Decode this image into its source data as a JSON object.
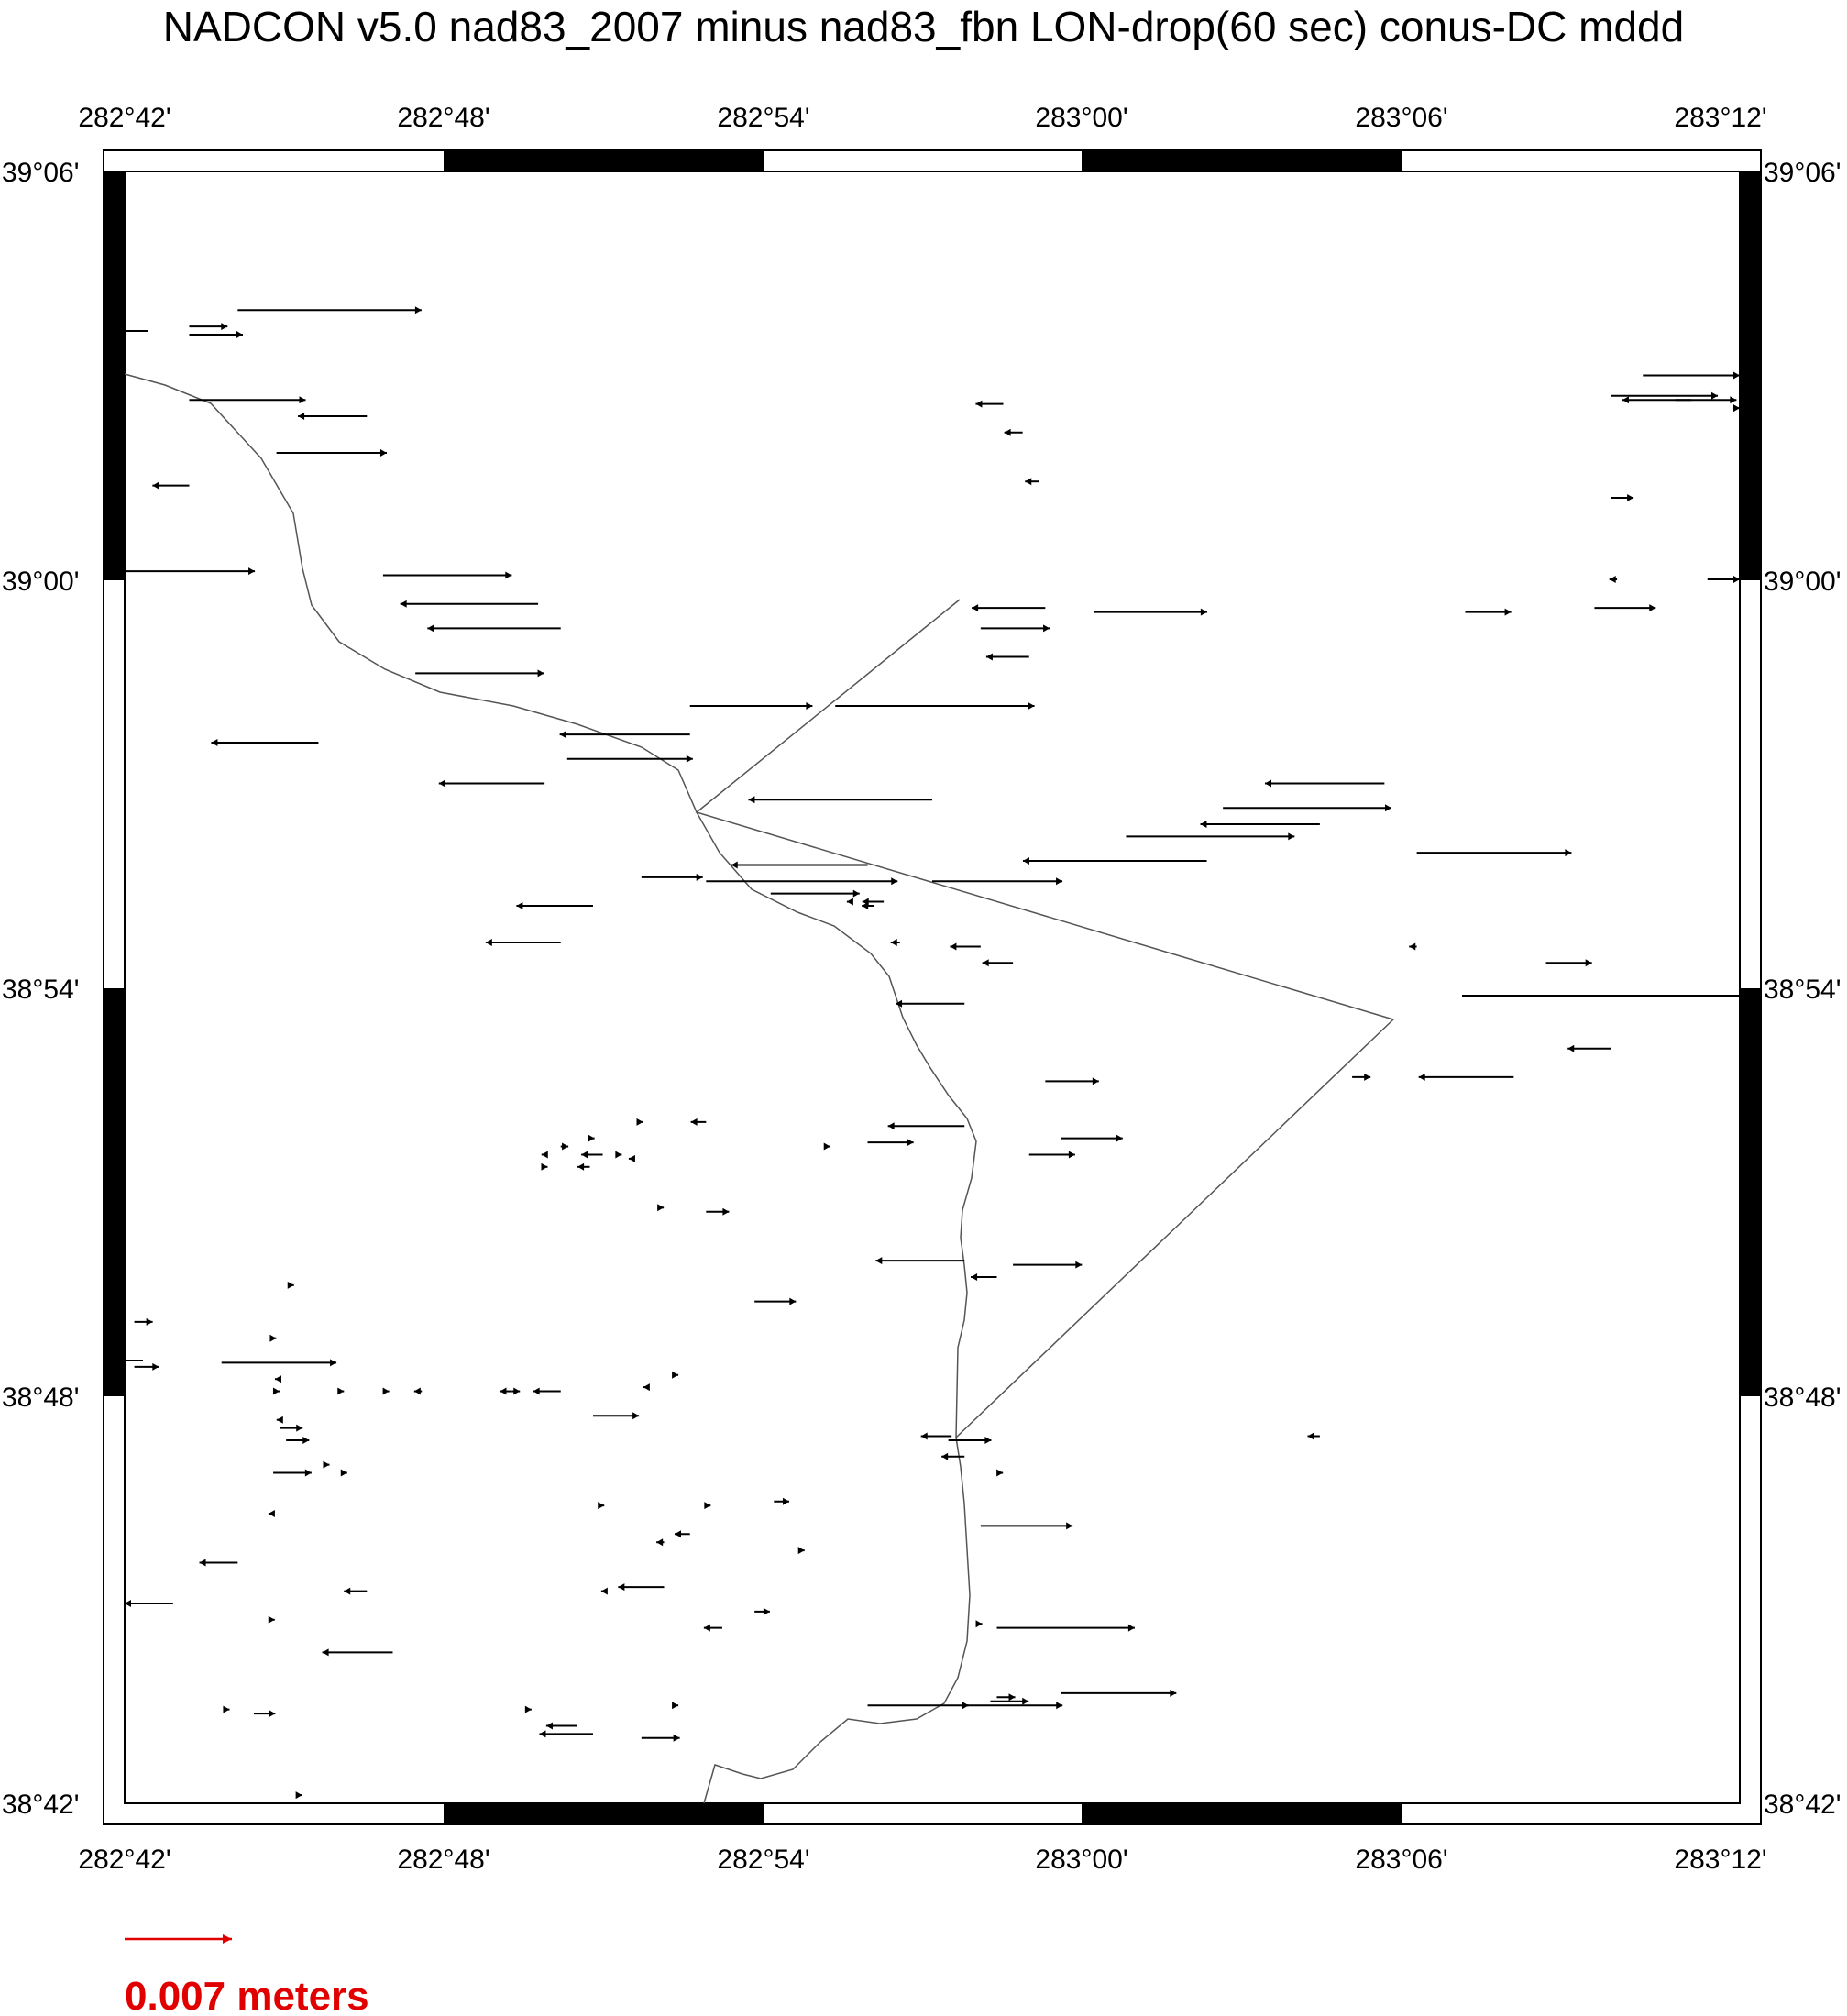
{
  "title": "NADCON v5.0 nad83_2007 minus nad83_fbn LON-drop(60 sec) conus-DC mddd",
  "map": {
    "x_ticks": [
      "282°42'",
      "282°48'",
      "282°54'",
      "283°00'",
      "283°06'",
      "283°12'"
    ],
    "y_ticks": [
      "39°06'",
      "39°00'",
      "38°54'",
      "38°48'",
      "38°42'"
    ],
    "lon_range_deg": [
      282.7,
      283.2
    ],
    "lat_range_deg": [
      38.7,
      39.1
    ],
    "vector_color": "#000000",
    "boundary_color": "#555555",
    "scale_color": "#e00000"
  },
  "scale": {
    "label": "0.007 meters",
    "value_m": 0.007
  },
  "vectors": [
    {
      "lon": 282.72,
      "lat": 39.023,
      "dx_m": -0.0024
    },
    {
      "lon": 282.72,
      "lat": 39.044,
      "dx_m": 0.0076
    },
    {
      "lon": 282.747,
      "lat": 39.031,
      "dx_m": 0.0072
    },
    {
      "lon": 282.775,
      "lat": 39.04,
      "dx_m": -0.0045
    },
    {
      "lon": 282.835,
      "lat": 38.988,
      "dx_m": -0.0087
    },
    {
      "lon": 282.828,
      "lat": 38.994,
      "dx_m": -0.009
    },
    {
      "lon": 282.76,
      "lat": 38.96,
      "dx_m": -0.007
    },
    {
      "lon": 282.79,
      "lat": 38.977,
      "dx_m": 0.0084
    },
    {
      "lon": 282.78,
      "lat": 39.001,
      "dx_m": 0.0084
    },
    {
      "lon": 282.7,
      "lat": 39.002,
      "dx_m": 0.0085
    },
    {
      "lon": 282.735,
      "lat": 39.066,
      "dx_m": 0.012
    },
    {
      "lon": 282.72,
      "lat": 39.062,
      "dx_m": 0.0025
    },
    {
      "lon": 282.72,
      "lat": 39.06,
      "dx_m": 0.0035
    },
    {
      "lon": 282.92,
      "lat": 38.969,
      "dx_m": 0.013
    },
    {
      "lon": 282.875,
      "lat": 38.969,
      "dx_m": 0.008
    },
    {
      "lon": 282.875,
      "lat": 38.962,
      "dx_m": -0.0085
    },
    {
      "lon": 282.83,
      "lat": 38.95,
      "dx_m": -0.0069
    },
    {
      "lon": 282.837,
      "lat": 38.956,
      "dx_m": 0.0082
    },
    {
      "lon": 282.88,
      "lat": 38.926,
      "dx_m": 0.0125
    },
    {
      "lon": 282.93,
      "lat": 38.93,
      "dx_m": -0.0089
    },
    {
      "lon": 282.95,
      "lat": 38.926,
      "dx_m": 0.0085
    },
    {
      "lon": 282.9,
      "lat": 38.923,
      "dx_m": 0.0058
    },
    {
      "lon": 282.845,
      "lat": 38.92,
      "dx_m": -0.005
    },
    {
      "lon": 282.835,
      "lat": 38.911,
      "dx_m": -0.0049
    },
    {
      "lon": 282.86,
      "lat": 38.927,
      "dx_m": 0.004
    },
    {
      "lon": 282.985,
      "lat": 38.993,
      "dx_m": -0.0048
    },
    {
      "lon": 283.0,
      "lat": 38.992,
      "dx_m": 0.0074
    },
    {
      "lon": 282.965,
      "lat": 38.988,
      "dx_m": 0.0045
    },
    {
      "lon": 282.98,
      "lat": 38.981,
      "dx_m": -0.0028
    },
    {
      "lon": 283.04,
      "lat": 38.944,
      "dx_m": 0.011
    },
    {
      "lon": 283.09,
      "lat": 38.95,
      "dx_m": -0.0078
    },
    {
      "lon": 283.07,
      "lat": 38.94,
      "dx_m": -0.0078
    },
    {
      "lon": 283.1,
      "lat": 38.933,
      "dx_m": 0.0101
    },
    {
      "lon": 283.01,
      "lat": 38.937,
      "dx_m": 0.011
    },
    {
      "lon": 282.95,
      "lat": 38.946,
      "dx_m": -0.012
    },
    {
      "lon": 283.035,
      "lat": 38.931,
      "dx_m": -0.012
    },
    {
      "lon": 283.17,
      "lat": 39.05,
      "dx_m": 0.007
    },
    {
      "lon": 283.16,
      "lat": 39.045,
      "dx_m": 0.007
    },
    {
      "lon": 283.18,
      "lat": 39.044,
      "dx_m": 0.004
    },
    {
      "lon": 283.185,
      "lat": 39.044,
      "dx_m": -0.0045
    },
    {
      "lon": 283.198,
      "lat": 39.042,
      "dx_m": 0.0055
    },
    {
      "lon": 283.16,
      "lat": 39.02,
      "dx_m": 0.0015
    },
    {
      "lon": 283.162,
      "lat": 39.0,
      "dx_m": -0.0005
    },
    {
      "lon": 283.19,
      "lat": 39.0,
      "dx_m": 0.0024
    },
    {
      "lon": 283.155,
      "lat": 38.993,
      "dx_m": 0.004
    },
    {
      "lon": 283.115,
      "lat": 38.992,
      "dx_m": 0.003
    },
    {
      "lon": 282.972,
      "lat": 39.043,
      "dx_m": -0.0018
    },
    {
      "lon": 282.978,
      "lat": 39.036,
      "dx_m": -0.0012
    },
    {
      "lon": 282.983,
      "lat": 39.024,
      "dx_m": -0.0009
    },
    {
      "lon": 283.1,
      "lat": 38.91,
      "dx_m": -0.0005
    },
    {
      "lon": 283.14,
      "lat": 38.906,
      "dx_m": 0.003
    },
    {
      "lon": 283.16,
      "lat": 38.885,
      "dx_m": -0.0028
    },
    {
      "lon": 283.13,
      "lat": 38.878,
      "dx_m": -0.0062
    },
    {
      "lon": 283.08,
      "lat": 38.878,
      "dx_m": 0.0012
    },
    {
      "lon": 282.96,
      "lat": 38.896,
      "dx_m": -0.0045
    },
    {
      "lon": 282.965,
      "lat": 38.91,
      "dx_m": -0.002
    },
    {
      "lon": 282.975,
      "lat": 38.906,
      "dx_m": -0.002
    },
    {
      "lon": 282.985,
      "lat": 38.877,
      "dx_m": 0.0035
    },
    {
      "lon": 282.925,
      "lat": 38.921,
      "dx_m": -0.0003
    },
    {
      "lon": 282.932,
      "lat": 38.92,
      "dx_m": -0.0008
    },
    {
      "lon": 282.935,
      "lat": 38.921,
      "dx_m": -0.0014
    },
    {
      "lon": 282.94,
      "lat": 38.911,
      "dx_m": -0.0006
    },
    {
      "lon": 282.96,
      "lat": 38.866,
      "dx_m": -0.005
    },
    {
      "lon": 282.98,
      "lat": 38.859,
      "dx_m": 0.003
    },
    {
      "lon": 282.93,
      "lat": 38.862,
      "dx_m": 0.003
    },
    {
      "lon": 282.99,
      "lat": 38.863,
      "dx_m": 0.004
    },
    {
      "lon": 282.83,
      "lat": 38.856,
      "dx_m": 0.0002
    },
    {
      "lon": 282.83,
      "lat": 38.859,
      "dx_m": -0.0002
    },
    {
      "lon": 282.835,
      "lat": 38.861,
      "dx_m": 0.0005
    },
    {
      "lon": 282.844,
      "lat": 38.856,
      "dx_m": -0.0008
    },
    {
      "lon": 282.848,
      "lat": 38.859,
      "dx_m": -0.0014
    },
    {
      "lon": 282.845,
      "lat": 38.863,
      "dx_m": 0.0001
    },
    {
      "lon": 282.852,
      "lat": 38.859,
      "dx_m": 0.0004
    },
    {
      "lon": 282.857,
      "lat": 38.858,
      "dx_m": -0.0002
    },
    {
      "lon": 282.86,
      "lat": 38.867,
      "dx_m": 0.0001
    },
    {
      "lon": 282.88,
      "lat": 38.867,
      "dx_m": -0.001
    },
    {
      "lon": 282.865,
      "lat": 38.846,
      "dx_m": 0.0004
    },
    {
      "lon": 282.88,
      "lat": 38.845,
      "dx_m": 0.0015
    },
    {
      "lon": 282.895,
      "lat": 38.823,
      "dx_m": 0.0027
    },
    {
      "lon": 282.917,
      "lat": 38.861,
      "dx_m": 0.0003
    },
    {
      "lon": 282.96,
      "lat": 38.833,
      "dx_m": -0.0058
    },
    {
      "lon": 282.975,
      "lat": 38.832,
      "dx_m": 0.0045
    },
    {
      "lon": 282.97,
      "lat": 38.829,
      "dx_m": -0.0017
    },
    {
      "lon": 282.703,
      "lat": 38.818,
      "dx_m": 0.0012
    },
    {
      "lon": 282.703,
      "lat": 38.807,
      "dx_m": 0.0016
    },
    {
      "lon": 282.73,
      "lat": 38.808,
      "dx_m": 0.0075
    },
    {
      "lon": 282.746,
      "lat": 38.814,
      "dx_m": 0.0002
    },
    {
      "lon": 282.751,
      "lat": 38.827,
      "dx_m": 0.0003
    },
    {
      "lon": 282.747,
      "lat": 38.804,
      "dx_m": -0.0001
    },
    {
      "lon": 282.747,
      "lat": 38.801,
      "dx_m": 0.0002
    },
    {
      "lon": 282.766,
      "lat": 38.801,
      "dx_m": 0.0004
    },
    {
      "lon": 282.78,
      "lat": 38.801,
      "dx_m": 0.0004
    },
    {
      "lon": 282.792,
      "lat": 38.801,
      "dx_m": -0.0005
    },
    {
      "lon": 282.82,
      "lat": 38.801,
      "dx_m": -0.0008
    },
    {
      "lon": 282.82,
      "lat": 38.801,
      "dx_m": 0.0005
    },
    {
      "lon": 282.835,
      "lat": 38.801,
      "dx_m": -0.0018
    },
    {
      "lon": 282.845,
      "lat": 38.795,
      "dx_m": 0.003
    },
    {
      "lon": 282.862,
      "lat": 38.802,
      "dx_m": -0.0003
    },
    {
      "lon": 282.87,
      "lat": 38.805,
      "dx_m": 0.0003
    },
    {
      "lon": 282.748,
      "lat": 38.794,
      "dx_m": -0.0002
    },
    {
      "lon": 282.748,
      "lat": 38.792,
      "dx_m": 0.0015
    },
    {
      "lon": 282.75,
      "lat": 38.789,
      "dx_m": 0.0015
    },
    {
      "lon": 282.746,
      "lat": 38.781,
      "dx_m": 0.0025
    },
    {
      "lon": 282.762,
      "lat": 38.783,
      "dx_m": 0.0003
    },
    {
      "lon": 282.767,
      "lat": 38.781,
      "dx_m": 0.0004
    },
    {
      "lon": 282.745,
      "lat": 38.771,
      "dx_m": -0.0001
    },
    {
      "lon": 282.735,
      "lat": 38.759,
      "dx_m": -0.0025
    },
    {
      "lon": 282.715,
      "lat": 38.749,
      "dx_m": -0.0058
    },
    {
      "lon": 282.746,
      "lat": 38.745,
      "dx_m": 0.0001
    },
    {
      "lon": 282.775,
      "lat": 38.752,
      "dx_m": -0.0015
    },
    {
      "lon": 282.783,
      "lat": 38.737,
      "dx_m": -0.0046
    },
    {
      "lon": 282.732,
      "lat": 38.723,
      "dx_m": 0.0001
    },
    {
      "lon": 282.74,
      "lat": 38.722,
      "dx_m": 0.0014
    },
    {
      "lon": 282.848,
      "lat": 38.773,
      "dx_m": 0.0001
    },
    {
      "lon": 282.867,
      "lat": 38.764,
      "dx_m": -0.0005
    },
    {
      "lon": 282.875,
      "lat": 38.766,
      "dx_m": -0.001
    },
    {
      "lon": 282.88,
      "lat": 38.773,
      "dx_m": 0.0003
    },
    {
      "lon": 282.901,
      "lat": 38.774,
      "dx_m": 0.001
    },
    {
      "lon": 282.91,
      "lat": 38.762,
      "dx_m": 0.0001
    },
    {
      "lon": 282.848,
      "lat": 38.752,
      "dx_m": -0.0001
    },
    {
      "lon": 282.867,
      "lat": 38.753,
      "dx_m": -0.003
    },
    {
      "lon": 282.87,
      "lat": 38.724,
      "dx_m": 0.0003
    },
    {
      "lon": 282.895,
      "lat": 38.747,
      "dx_m": 0.001
    },
    {
      "lon": 282.885,
      "lat": 38.743,
      "dx_m": -0.0012
    },
    {
      "lon": 282.956,
      "lat": 38.79,
      "dx_m": -0.002
    },
    {
      "lon": 282.955,
      "lat": 38.789,
      "dx_m": 0.0028
    },
    {
      "lon": 282.96,
      "lat": 38.785,
      "dx_m": -0.0015
    },
    {
      "lon": 282.97,
      "lat": 38.781,
      "dx_m": 0.0004
    },
    {
      "lon": 282.965,
      "lat": 38.768,
      "dx_m": 0.006
    },
    {
      "lon": 282.97,
      "lat": 38.743,
      "dx_m": 0.009
    },
    {
      "lon": 282.965,
      "lat": 38.744,
      "dx_m": 0.0001
    },
    {
      "lon": 282.99,
      "lat": 38.727,
      "dx_m": 0.0075
    },
    {
      "lon": 282.97,
      "lat": 38.726,
      "dx_m": 0.0012
    },
    {
      "lon": 282.968,
      "lat": 38.725,
      "dx_m": 0.0025
    },
    {
      "lon": 282.96,
      "lat": 38.724,
      "dx_m": 0.0064
    },
    {
      "lon": 282.93,
      "lat": 38.724,
      "dx_m": 0.0066
    },
    {
      "lon": 283.07,
      "lat": 38.79,
      "dx_m": -0.0008
    },
    {
      "lon": 282.86,
      "lat": 38.716,
      "dx_m": 0.0025
    },
    {
      "lon": 282.845,
      "lat": 38.717,
      "dx_m": -0.0035
    },
    {
      "lon": 282.84,
      "lat": 38.719,
      "dx_m": -0.002
    },
    {
      "lon": 282.825,
      "lat": 38.723,
      "dx_m": 0.0002
    },
    {
      "lon": 282.754,
      "lat": 38.702,
      "dx_m": 0.0002
    }
  ]
}
